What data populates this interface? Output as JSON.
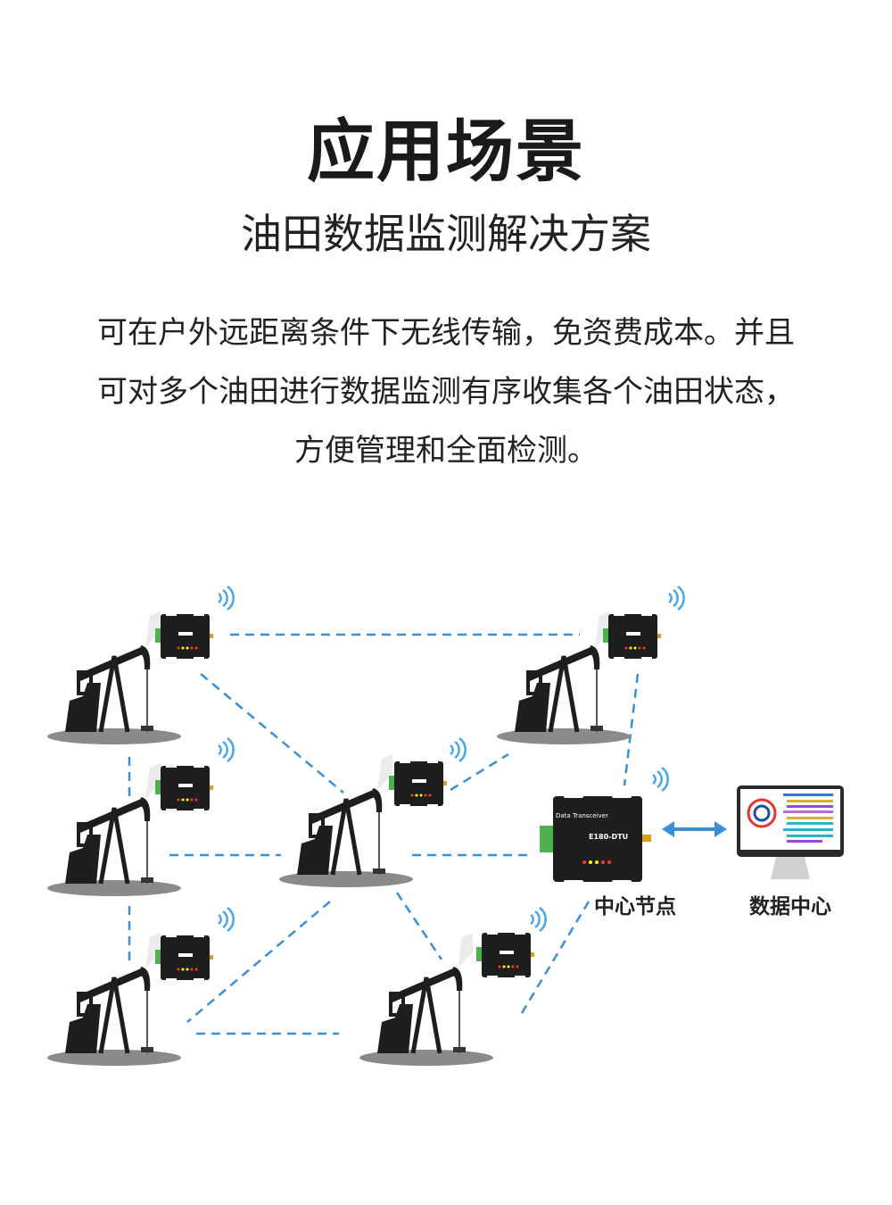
{
  "title": "应用场景",
  "subtitle": "油田数据监测解决方案",
  "description": [
    "可在户外远距离条件下无线传输，免资费成本。并且",
    "可对多个油田进行数据监测有序收集各个油田状态，",
    "方便管理和全面检测。"
  ],
  "diagram": {
    "center_node_label": "中心节点",
    "data_center_label": "数据中心",
    "device_text": "Data Transceiver",
    "device_model": "E180-DTU",
    "colors": {
      "link": "#3a8fd6",
      "arrow": "#3a8fd6",
      "device": "#1e1e1e",
      "terminal": "#4caf50"
    }
  }
}
